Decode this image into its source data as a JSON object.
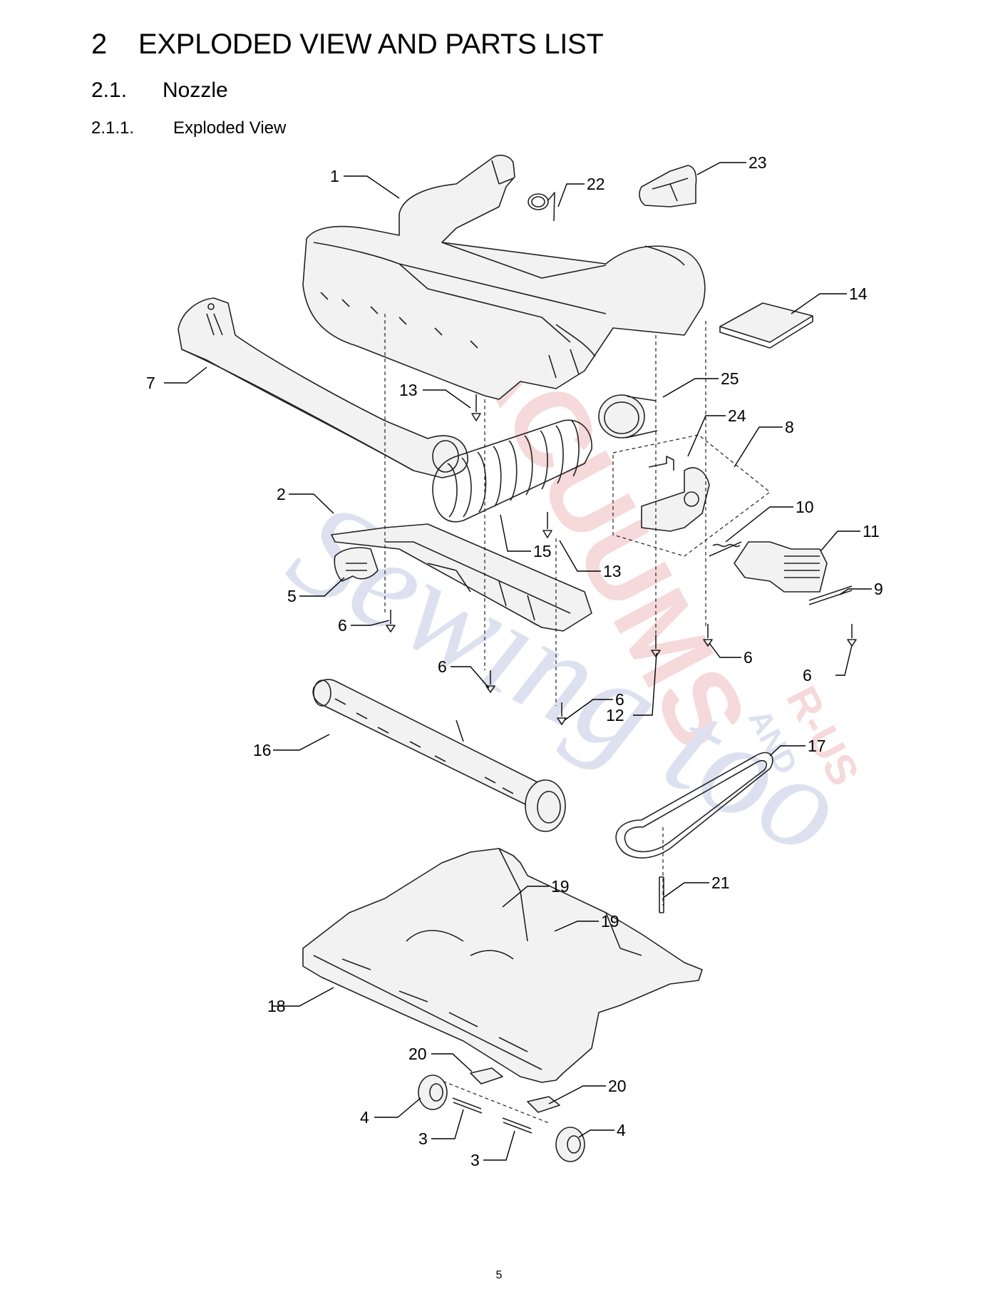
{
  "heading": {
    "number": "2",
    "title": "EXPLODED VIEW AND PARTS LIST"
  },
  "subheading": {
    "number": "2.1.",
    "title": "Nozzle"
  },
  "subsubheading": {
    "number": "2.1.1.",
    "title": "Exploded View"
  },
  "watermark": {
    "brand": "Vacuums R-US",
    "tagline": "Sewing too",
    "colors": {
      "red": "#d0343a",
      "blue": "#4a5ca8"
    }
  },
  "callouts": [
    "1",
    "22",
    "23",
    "14",
    "7",
    "13",
    "25",
    "24",
    "8",
    "2",
    "15",
    "13",
    "10",
    "11",
    "9",
    "5",
    "6",
    "12",
    "6",
    "6",
    "6",
    "6",
    "16",
    "17",
    "21",
    "19",
    "19",
    "18",
    "20",
    "20",
    "4",
    "3",
    "3",
    "4"
  ],
  "page_number": "5"
}
